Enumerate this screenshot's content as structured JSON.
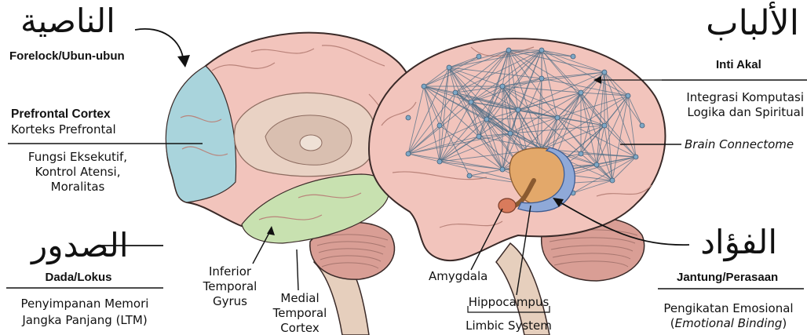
{
  "colors": {
    "brain": "#f2c4bc",
    "brain_dark": "#d99e95",
    "outline": "#3a2a28",
    "prefrontal": "#a9d4dc",
    "temporal": "#c8e1b0",
    "inner": "#e9d2c4",
    "connectome": "#4d6d86",
    "node": "#7fa8c6",
    "amygdala": "#d97b5c",
    "limbic": "#f0b070",
    "hippocampus": "#8fa9d8",
    "stem": "#e6cfbd"
  },
  "top_left": {
    "arabic": "الناصية",
    "latin": "Forelock/Ubun-ubun"
  },
  "prefrontal": {
    "title": "Prefrontal Cortex",
    "subtitle": "Korteks Prefrontal",
    "function_1": "Fungsi Eksekutif,",
    "function_2": "Kontrol Atensi,",
    "function_3": "Moralitas"
  },
  "bottom_left": {
    "arabic": "الصدور",
    "latin": "Dada/Lokus",
    "desc_1": "Penyimpanan Memori",
    "desc_2": "Jangka Panjang (LTM)"
  },
  "inferior": {
    "line1": "Inferior",
    "line2": "Temporal",
    "line3": "Gyrus"
  },
  "medial": {
    "line1": "Medial",
    "line2": "Temporal",
    "line3": "Cortex"
  },
  "top_right": {
    "arabic": "الألباب",
    "latin": "Inti Akal",
    "desc_1": "Integrasi Komputasi",
    "desc_2": "Logika dan Spiritual"
  },
  "connectome": "Brain Connectome",
  "bottom_right": {
    "arabic": "الفؤاد",
    "latin": "Jantung/Perasaan",
    "desc_1": "Pengikatan Emosional",
    "desc_2_pre": "(",
    "desc_2_it": "Emotional Binding",
    "desc_2_post": ")"
  },
  "amygdala": "Amygdala",
  "hippocampus": "Hippocampus",
  "limbic": "Limbic System"
}
